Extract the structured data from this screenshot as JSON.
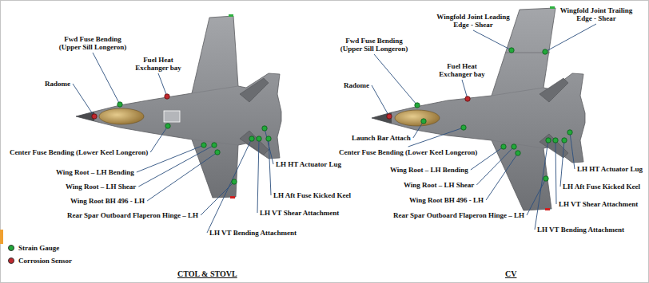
{
  "diagram": {
    "labels": [
      "Fwd Fuse Bending (Upper Sill Longeron)",
      "Radome",
      "Fuel Heat Exchanger bay",
      "Center Fuse Bending (Lower Keel Longeron)",
      "Wing Root – LH Bending",
      "Wing Root – LH Shear",
      "Wing Root BH 496 - LH",
      "Rear Spar  Outboard Flaperon Hinge – LH",
      "LH HT Actuator Lug",
      "LH Aft Fuse Kicked Keel",
      "LH VT Shear Attachment",
      "LH VT Bending Attachment",
      "Wingfold Joint Leading Edge - Shear",
      "Wingfold Joint Trailing Edge - Shear",
      "Fwd Fuse Bending (Upper Sill Longeron)",
      "Radome",
      "Fuel Heat Exchanger bay",
      "Launch Bar Attach",
      "Center Fuse Bending (Lower Keel Longeron)",
      "Wing Root – LH Bending",
      "Wing Root – LH Shear",
      "Wing Root BH 496 - LH",
      "Rear Spar  Outboard Flaperon Hinge – LH",
      "LH HT Actuator Lug",
      "LH Aft Fuse Kicked Keel",
      "LH VT Shear Attachment",
      "LH VT Bending Attachment",
      "CTOL & STOVL",
      "CV"
    ],
    "legend": [
      {
        "text": "Strain Gauge",
        "color": "#22a83a"
      },
      {
        "text": "Corrosion Sensor",
        "color": "#c0282e"
      }
    ]
  }
}
